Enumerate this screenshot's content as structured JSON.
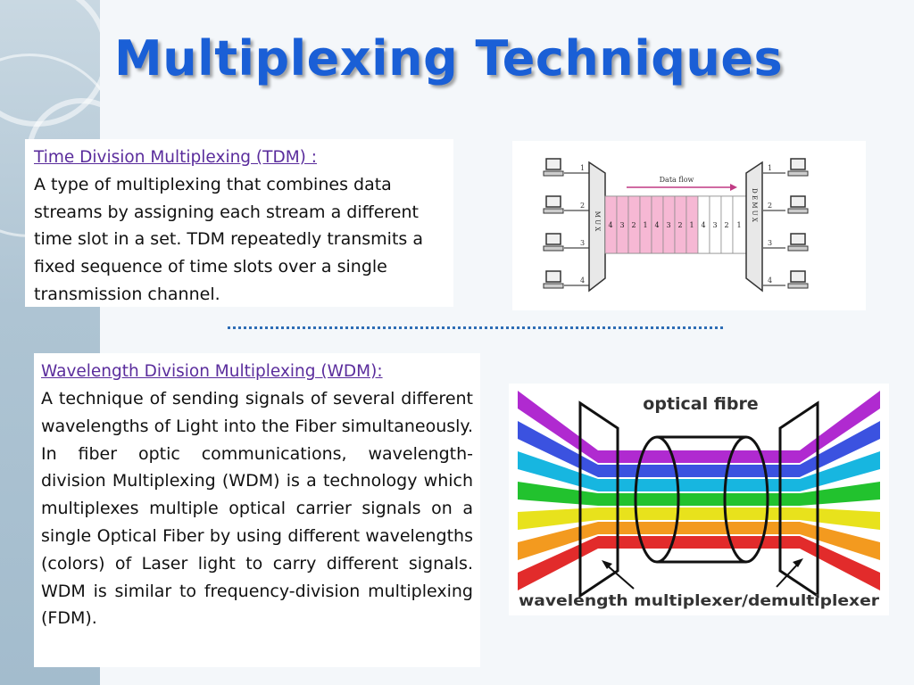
{
  "title": "Multiplexing Techniques",
  "tdm": {
    "heading": "Time Division Multiplexing (TDM) :",
    "body": "A type of multiplexing that combines data streams by assigning each stream a different time slot in a set. TDM repeatedly transmits a fixed sequence of time slots over a single transmission channel.",
    "diagram": {
      "flow_label": "Data flow",
      "mux_label": "M U X",
      "demux_label": "D E M U X",
      "inputs": [
        "1",
        "2",
        "3",
        "4"
      ],
      "slots": [
        "4",
        "3",
        "2",
        "1",
        "4",
        "3",
        "2",
        "1",
        "4",
        "3",
        "2",
        "1"
      ]
    }
  },
  "wdm": {
    "heading": "Wavelength Division Multiplexing (WDM):",
    "body": "A technique of sending signals of several different wavelengths of Light into the Fiber simultaneously. In fiber optic communications, wavelength-division Multiplexing (WDM) is a technology which multiplexes multiple optical carrier signals on a single Optical Fiber by using different wavelengths (colors) of Laser light to carry different signals. WDM is similar to frequency-division multiplexing (FDM).",
    "diagram": {
      "top_label": "optical fibre",
      "bottom_label": "wavelength multiplexer/demultiplexer",
      "beam_colors": [
        "#b02ad0",
        "#3b52e0",
        "#17b6e0",
        "#22c22e",
        "#e8e21c",
        "#f39a1f",
        "#e22b2b"
      ]
    }
  }
}
